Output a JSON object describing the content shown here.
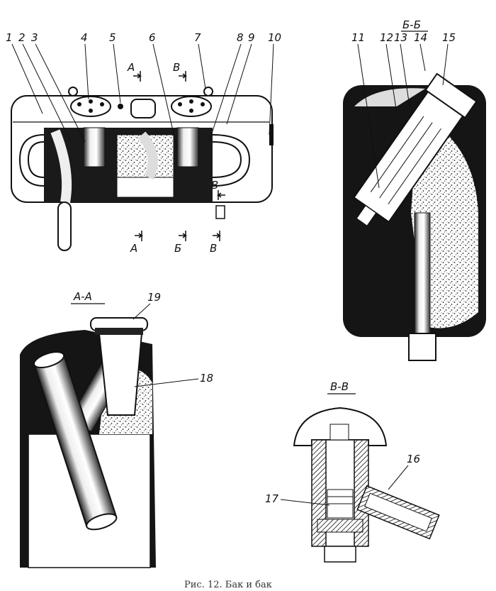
{
  "figure": {
    "caption": "Рис. 12. Бак и бак"
  },
  "top_view": {
    "callouts": [
      "1",
      "2",
      "3",
      "4",
      "5",
      "6",
      "7",
      "8",
      "9",
      "10"
    ],
    "section_marks": [
      "А",
      "В",
      "А",
      "Б",
      "В",
      "В"
    ]
  },
  "section_bb": {
    "title": "Б-Б",
    "callouts": [
      "11",
      "12",
      "13",
      "14",
      "15"
    ]
  },
  "section_aa": {
    "title": "А-А",
    "callouts": [
      "19",
      "18"
    ]
  },
  "section_vv": {
    "title": "В-В",
    "callouts": [
      "16",
      "17"
    ]
  }
}
